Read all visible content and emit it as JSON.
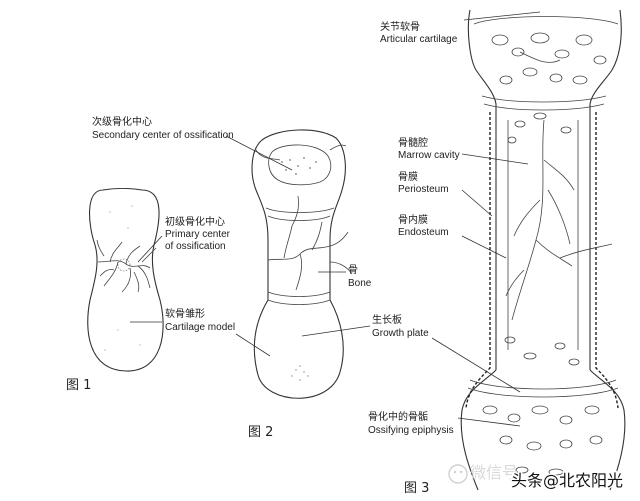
{
  "labels": {
    "articular_cartilage_zh": "关节软骨",
    "articular_cartilage_en": "Articular cartilage",
    "secondary_center_zh": "次级骨化中心",
    "secondary_center_en": "Secondary center of ossification",
    "primary_center_zh": "初级骨化中心",
    "primary_center_en1": "Primary center",
    "primary_center_en2": "of ossification",
    "cartilage_model_zh": "软骨雏形",
    "cartilage_model_en": "Cartilage model",
    "bone_zh": "骨",
    "bone_en": "Bone",
    "growth_plate_zh": "生长板",
    "growth_plate_en": "Growth plate",
    "marrow_cavity_zh": "骨髓腔",
    "marrow_cavity_en": "Marrow cavity",
    "periosteum_zh": "骨膜",
    "periosteum_en": "Periosteum",
    "endosteum_zh": "骨内膜",
    "endosteum_en": "Endosteum",
    "ossifying_epiphysis_zh": "骨化中的骨骺",
    "ossifying_epiphysis_en": "Ossifying epiphysis"
  },
  "figures": {
    "fig1": "图 1",
    "fig2": "图 2",
    "fig3": "图 3"
  },
  "watermark": {
    "text": "头条@北农阳光",
    "faint": "微信号"
  }
}
